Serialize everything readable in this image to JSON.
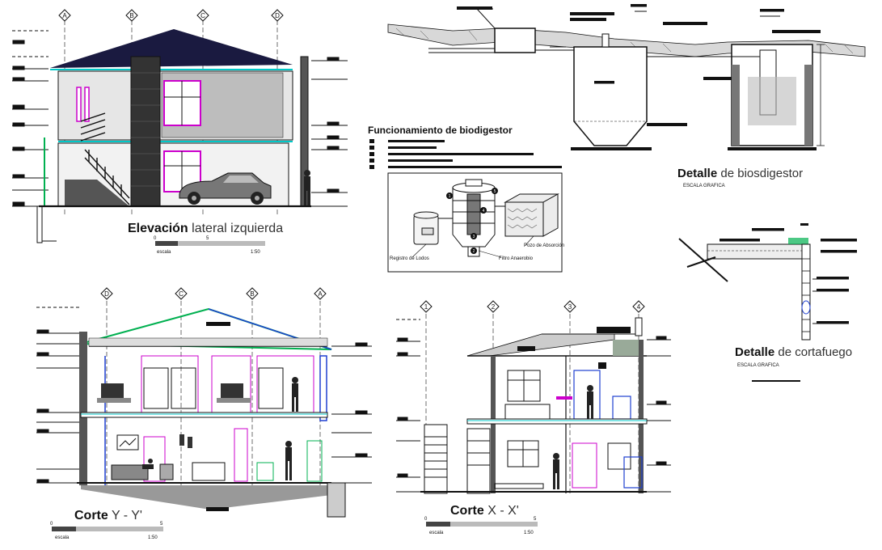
{
  "views": {
    "elevation": {
      "title_bold": "Elevación",
      "title_rest": " lateral izquierda",
      "axes": [
        "A",
        "B",
        "C",
        "D"
      ],
      "scale": {
        "label": "escala",
        "zero": "0",
        "five": "5",
        "ratio": "1:50"
      }
    },
    "section_yy": {
      "title_bold": "Corte",
      "title_rest": " Y - Y'",
      "axes": [
        "D",
        "C",
        "B",
        "A"
      ],
      "scale": {
        "label": "escala",
        "zero": "0",
        "five": "5",
        "ratio": "1:50"
      }
    },
    "section_xx": {
      "title_bold": "Corte",
      "title_rest": " X - X'",
      "axes": [
        "1",
        "2",
        "3",
        "4"
      ],
      "scale": {
        "label": "escala",
        "zero": "0",
        "five": "5",
        "ratio": "1:50"
      }
    },
    "biodigester_function": {
      "title": "Funcionamiento de biodigestor",
      "callouts": [
        "1",
        "2",
        "3",
        "4",
        "5"
      ],
      "labels": {
        "registry": "Registro de Lodos",
        "filter": "Filtro Anaerobio",
        "absorption": "Pozo de Absorción"
      }
    },
    "biodigester_detail": {
      "title_bold": "Detalle",
      "title_rest": " de biosdigestor",
      "subtitle": "ESCALA GRAFICA"
    },
    "firebreak_detail": {
      "title_bold": "Detalle",
      "title_rest": " de cortafuego",
      "subtitle": "ESCALA GRAFICA"
    }
  },
  "colors": {
    "line": "#111111",
    "roof": "#1a1a40",
    "accent_magenta": "#cc00cc",
    "accent_cyan": "#00c8c8",
    "accent_green": "#00b050",
    "accent_blue": "#1f3fd0",
    "wall_fill": "#e6e6e6",
    "scale_dark": "#444444",
    "scale_light": "#bbbbbb"
  }
}
